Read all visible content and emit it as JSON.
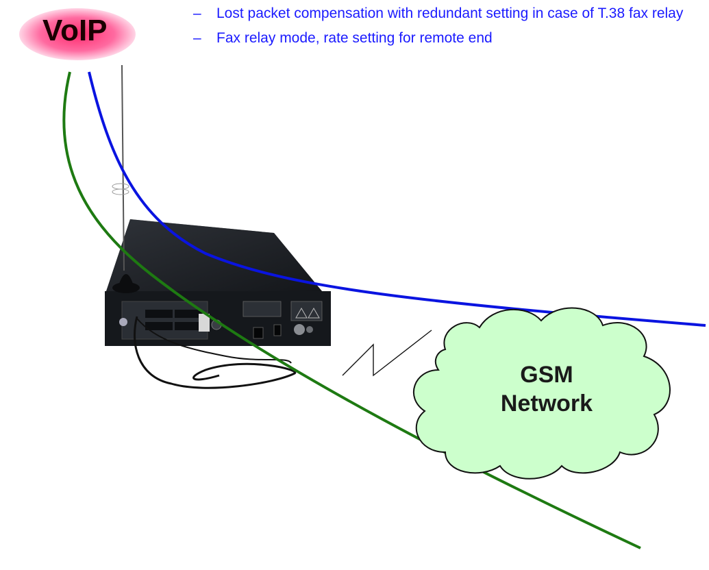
{
  "voip": {
    "label": "VoIP"
  },
  "bullets": [
    {
      "dash": "–",
      "text": "Lost packet compensation with redundant setting in case of T.38 fax relay"
    },
    {
      "dash": "–",
      "text": "Fax relay mode, rate setting for remote end"
    }
  ],
  "cloud": {
    "line1": "GSM",
    "line2": "Network"
  },
  "colors": {
    "voip_glow": "#ff3b7a",
    "bullet_text": "#1a1aff",
    "blue_line": "#0a14e0",
    "green_line": "#1e7a12",
    "cloud_fill": "#ccffcc"
  },
  "icons": [
    "gateway-device",
    "antenna",
    "wireless-link-zigzag",
    "gsm-cloud"
  ]
}
